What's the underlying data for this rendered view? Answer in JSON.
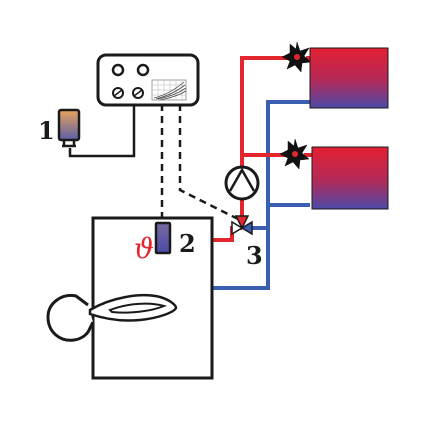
{
  "labels": {
    "outdoor_sensor": "1",
    "boiler_sensor": "2",
    "mixing_valve": "3",
    "theta_symbol": "ϑ"
  },
  "colors": {
    "hot": "#e3262d",
    "cold": "#3a5fb0",
    "line": "#1a1a1a",
    "radiator_top": "#e42031",
    "radiator_bottom": "#4a4aa8",
    "sensor_top": "#e8a35a",
    "sensor_bottom": "#5b5fa8"
  },
  "icons": {
    "controller": "heating-controller-icon",
    "outdoor_sensor": "temperature-sensor-icon",
    "boiler_sensor": "temperature-sensor-icon",
    "pump": "circulation-pump-icon",
    "mixing_valve": "three-way-valve-icon",
    "burner": "burner-fan-icon",
    "flame": "flame-icon",
    "thermostatic_valve": "thermostatic-valve-icon",
    "radiator": "radiator-icon"
  }
}
